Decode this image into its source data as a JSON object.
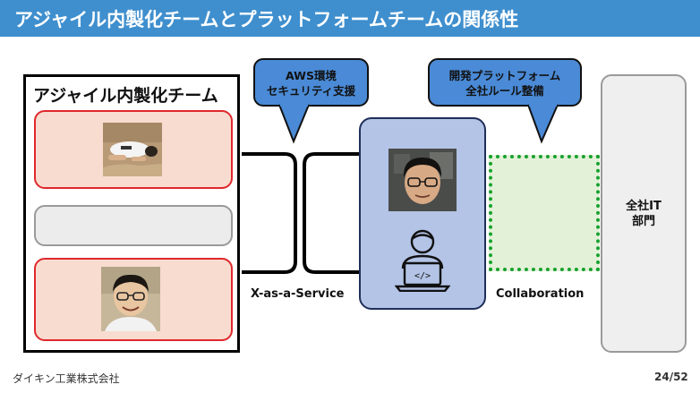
{
  "header": {
    "title": "アジャイル内製化チームとプラットフォームチームの関係性"
  },
  "agile_team": {
    "title": "アジャイル内製化チーム"
  },
  "bubbles": {
    "left": {
      "line1": "AWS環境",
      "line2": "セキュリティ支援"
    },
    "right": {
      "line1": "開発プラットフォーム",
      "line2": "全社ルール整備"
    }
  },
  "labels": {
    "xaas": "X-as-a-Service",
    "collaboration": "Collaboration"
  },
  "corp_it": {
    "line1": "全社IT",
    "line2": "部門"
  },
  "footer": {
    "company": "ダイキン工業株式会社",
    "page": "24/52"
  },
  "colors": {
    "header_bg": "#3f8fce",
    "bubble_bg": "#4a8ad6",
    "member_bg": "#f8dccf",
    "member_border": "#e0282c",
    "platform_bg": "#b3c4e6",
    "collab_bg": "#e3f1d8",
    "collab_border": "#17a12e"
  }
}
